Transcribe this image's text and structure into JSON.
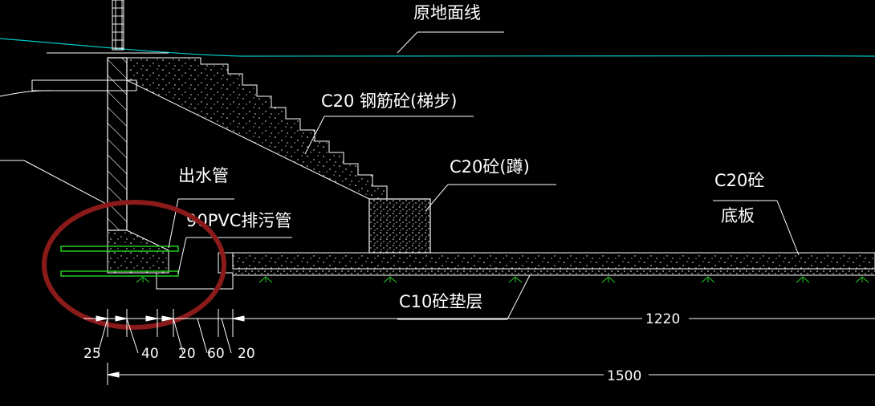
{
  "labels": {
    "ground_line": "原地面线",
    "stair": "C20 钢筋砼(梯步)",
    "pier": "C20砼(蹲)",
    "slab_line1": "C20砼",
    "slab_line2": "底板",
    "outlet_pipe": "出水管",
    "sewage_pipe": "90PVC排污管",
    "cushion": "C10砼垫层"
  },
  "dimensions": {
    "d25": "25",
    "d40": "40",
    "d20a": "20",
    "d60": "60",
    "d20b": "20",
    "d1220": "1220",
    "d1500": "1500"
  },
  "colors": {
    "background": "#000000",
    "lines": "#ffffff",
    "ground_line": "#00c8c8",
    "pipe": "#22cc22",
    "hatch_grass": "#1ea81e",
    "highlight_circle": "#8b1a1a"
  }
}
